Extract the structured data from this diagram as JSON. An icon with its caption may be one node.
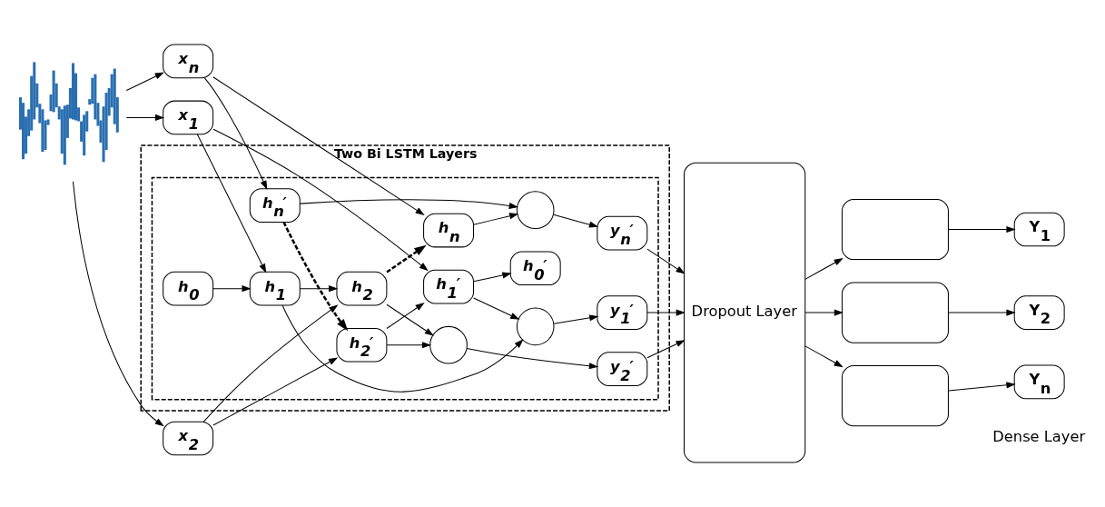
{
  "diagram": {
    "nodes": [
      {
        "text": [
          "Two Bi LSTM Layers"
        ]
      },
      {
        "text": [],
        "shape": "box",
        "in": 0
      },
      {
        "text": [],
        "shape": "picture"
      },
      {
        "text": [
          "x$_{1}$"
        ]
      },
      {
        "text": [
          "x$_{2}$"
        ]
      },
      {
        "text": [
          "x$_{n}$"
        ]
      },
      {
        "text": [
          "h$_{0}$"
        ],
        "in": 1
      },
      {
        "text": [
          "h$_{0}$′"
        ],
        "in": 1
      },
      {
        "text": [
          "h$_{1}$"
        ],
        "in": 1
      },
      {
        "text": [
          "h$_{1}$′"
        ],
        "in": 1
      },
      {
        "text": [
          "h$_{2}$"
        ],
        "in": 1
      },
      {
        "text": [
          "h$_{2}$′"
        ],
        "in": 1
      },
      {
        "text": [
          "h$_{n}$"
        ],
        "in": 1
      },
      {
        "text": [
          "h$_{n}$′"
        ],
        "in": 1
      },
      {
        "text": [],
        "shape": "circle",
        "in": 1
      },
      {
        "text": [],
        "shape": "circle",
        "in": 1
      },
      {
        "text": [],
        "shape": "circle",
        "in": 1
      },
      {
        "text": [
          "y$_{1}$′"
        ],
        "in": 1
      },
      {
        "text": [
          "y$_{2}$′"
        ],
        "in": 1
      },
      {
        "text": [
          "y$_{n}$′"
        ],
        "in": 1
      },
      {
        "text": [
          "Dropout Layer"
        ]
      },
      {
        "text": [],
        "shape": "box"
      },
      {
        "text": [],
        "shape": "box"
      },
      {
        "text": [],
        "shape": "box"
      },
      {
        "text": [
          "Y$_{1}$"
        ]
      },
      {
        "text": [
          "Y$_{2}$"
        ]
      },
      {
        "text": [
          "Y$_{n}$"
        ]
      }
    ],
    "edges": [
      {
        "from": 2,
        "to": 3,
        "arrow": "to"
      },
      {
        "from": 2,
        "to": 4,
        "arrow": "to"
      },
      {
        "from": 2,
        "to": 5,
        "arrow": "to"
      },
      {
        "from": 3,
        "to": 8,
        "arrow": "to"
      },
      {
        "from": 3,
        "to": 9,
        "arrow": "to"
      },
      {
        "from": 4,
        "to": 10,
        "arrow": "to"
      },
      {
        "from": 4,
        "to": 11,
        "arrow": "to"
      },
      {
        "from": 5,
        "to": 12,
        "arrow": "to"
      },
      {
        "from": 5,
        "to": 13,
        "arrow": "to"
      },
      {
        "from": 6,
        "to": 8,
        "arrow": "to"
      },
      {
        "from": 8,
        "to": 10,
        "arrow": "to"
      },
      {
        "from": 10,
        "to": 12,
        "arrow": "to",
        "style": "dashed"
      },
      {
        "from": 13,
        "to": 11,
        "arrow": "to",
        "style": "dashed"
      },
      {
        "from": 11,
        "to": 9,
        "arrow": "to"
      },
      {
        "from": 9,
        "to": 7,
        "arrow": "to"
      },
      {
        "from": 8,
        "to": 14,
        "arrow": "to"
      },
      {
        "from": 9,
        "to": 14,
        "arrow": "to"
      },
      {
        "from": 10,
        "to": 15,
        "arrow": "to"
      },
      {
        "from": 11,
        "to": 15,
        "arrow": "to"
      },
      {
        "from": 12,
        "to": 16,
        "arrow": "to"
      },
      {
        "from": 13,
        "to": 16,
        "arrow": "to"
      },
      {
        "from": 14,
        "to": 17,
        "arrow": "to"
      },
      {
        "from": 15,
        "to": 18,
        "arrow": "to"
      },
      {
        "from": 16,
        "to": 19,
        "arrow": "to"
      },
      {
        "from": 17,
        "to": 20,
        "arrow": "to"
      },
      {
        "from": 18,
        "to": 20,
        "arrow": "to"
      },
      {
        "from": 19,
        "to": 20,
        "arrow": "to"
      },
      {
        "from": 20,
        "to": 21,
        "arrow": "to"
      },
      {
        "from": 20,
        "to": 22,
        "arrow": "to"
      },
      {
        "from": 20,
        "to": 23,
        "arrow": "to"
      },
      {
        "from": 21,
        "to": 24,
        "arrow": "to"
      },
      {
        "from": 22,
        "to": 25,
        "arrow": "to"
      },
      {
        "from": 23,
        "to": 26,
        "arrow": "to"
      }
    ],
    "labels": [
      "Dense Layer"
    ]
  }
}
